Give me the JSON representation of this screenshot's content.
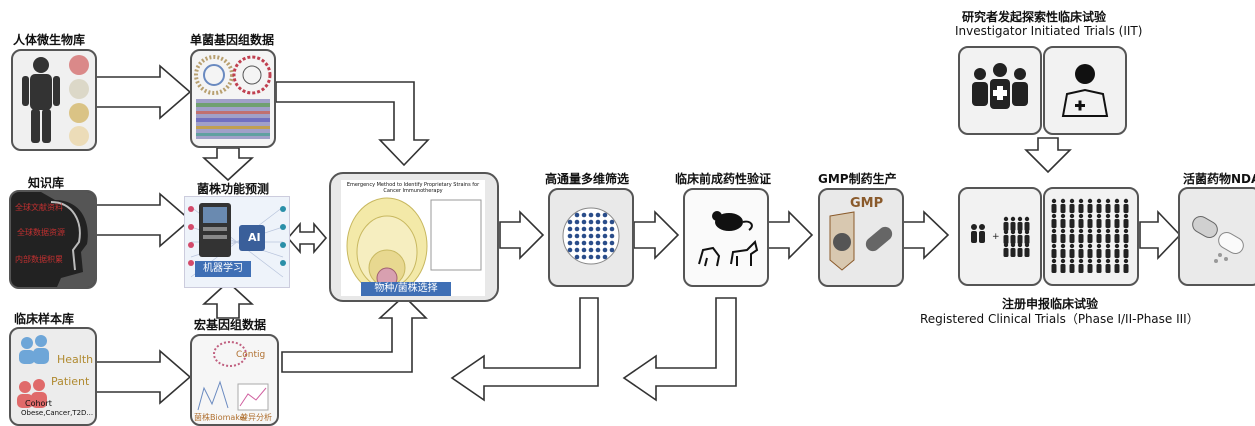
{
  "labels": {
    "microbiome": "人体微生物库",
    "single_genome": "单菌基因组数据",
    "knowledge": "知识库",
    "strain_predict": "菌株功能预测",
    "clinical_sample": "临床样本库",
    "metagenome": "宏基因组数据",
    "screening": "高通量多维筛选",
    "preclinical": "临床前成药性验证",
    "gmp": "GMP制药生产",
    "nda": "活菌药物NDA",
    "iit_cn": "研究者发起探索性临床试验",
    "iit_en": "Investigator Initiated Trials (IIT)",
    "reg_cn": "注册申报临床试验",
    "reg_en": "Registered Clinical Trials（Phase I/II-Phase III）"
  },
  "inner": {
    "ml": "机器学习",
    "ai": "AI",
    "species": "物种/菌株选择",
    "gmp_badge": "GMP",
    "health": "Health",
    "patient": "Patient",
    "cohort": "Cohort",
    "cohort_list": "Obese,Cancer,T2D...",
    "contig": "Contig",
    "biomaker": "菌株Biomaker",
    "stat": "差异分析",
    "kb1": "全球文献资料",
    "kb2": "全球数据资源",
    "kb3": "内部数据积累",
    "central_title": "Emergency Method to Identify Proprietary Strains for Cancer Immunotherapy"
  },
  "colors": {
    "arrow_fill": "#ffffff",
    "arrow_stroke": "#333333",
    "box_bg": "#e9e9e9",
    "accent_blue": "#3f6fb5",
    "gmp_brown": "#8a5a2b"
  }
}
